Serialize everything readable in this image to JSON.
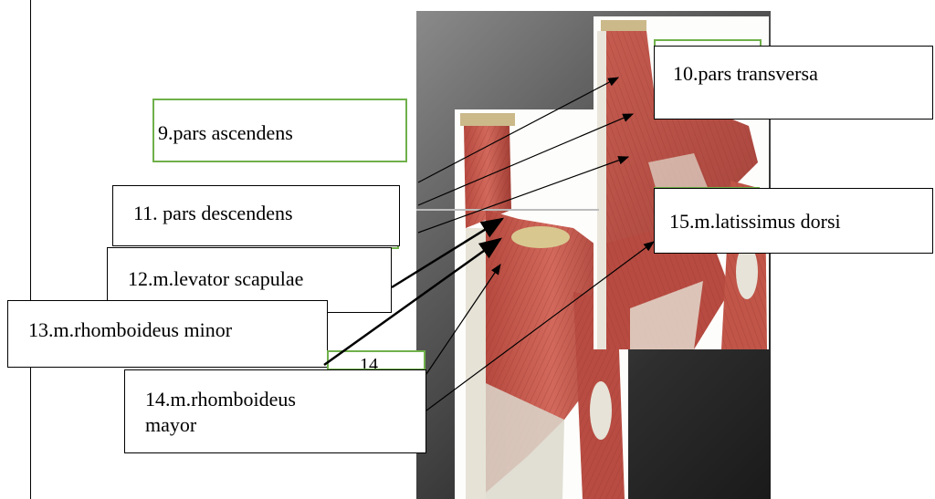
{
  "labels": {
    "pars_ascendens": "9.pars ascendens",
    "pars_transversa": "10.pars transversa",
    "pars_descendens": "11. pars descendens",
    "levator_scapulae": "12.m.levator scapulae",
    "rhomboideus_minor": "13.m.rhomboideus minor",
    "rhomboideus_mayor_line1": "14.m.rhomboideus",
    "rhomboideus_mayor_line2": "mayor",
    "latissimus_dorsi": "15.m.latissimus dorsi",
    "fragment_14": "14"
  },
  "colors": {
    "green_border": "#6fb04a",
    "black_border": "#000000",
    "muscle": "#c0554a",
    "muscle_dark": "#8e2f2a",
    "tendon": "#dcd6c8",
    "skin": "#e8c9a8"
  }
}
